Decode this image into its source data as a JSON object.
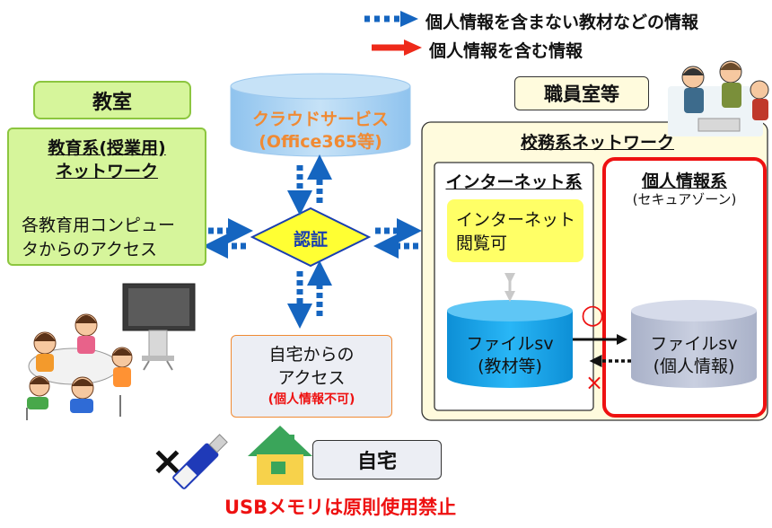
{
  "legend": {
    "blue": "個人情報を含まない教材などの情報",
    "red": "個人情報を含む情報"
  },
  "classroom": {
    "title": "教室",
    "network_line1": "教育系(授業用)",
    "network_line2": "ネットワーク",
    "access_line1": "各教育用コンピュー",
    "access_line2": "タからのアクセス"
  },
  "cloud": {
    "line1": "クラウドサービス",
    "line2": "(Office365等)"
  },
  "auth": {
    "label": "認証"
  },
  "home_access": {
    "line1": "自宅からの",
    "line2": "アクセス",
    "note": "(個人情報不可)"
  },
  "staffroom": {
    "title": "職員室等",
    "network": "校務系ネットワーク",
    "internet_zone": "インターネット系",
    "personal_zone": "個人情報系",
    "secure_zone": "(セキュアゾーン)",
    "browsing_line1": "インターネット",
    "browsing_line2": "閲覧可",
    "file_sv_material_line1": "ファイルsv",
    "file_sv_material_line2": "(教材等)",
    "file_sv_personal_line1": "ファイルsv",
    "file_sv_personal_line2": "(個人情報)"
  },
  "marks": {
    "ok": "○",
    "ng": "×",
    "usb_ng": "×"
  },
  "home": {
    "title": "自宅"
  },
  "usb_note": "USBメモリは原則使用禁止",
  "colors": {
    "blue_arrow": "#1565c0",
    "red_arrow": "#ee2a1a",
    "green_box": "#d6f59b",
    "green_border": "#8cc63f",
    "yellow_bg": "#fffbdd",
    "yellow_box": "#ffff66",
    "cylinder_blue": "#1aa3e6",
    "cylinder_gray": "#bcc3d8"
  }
}
